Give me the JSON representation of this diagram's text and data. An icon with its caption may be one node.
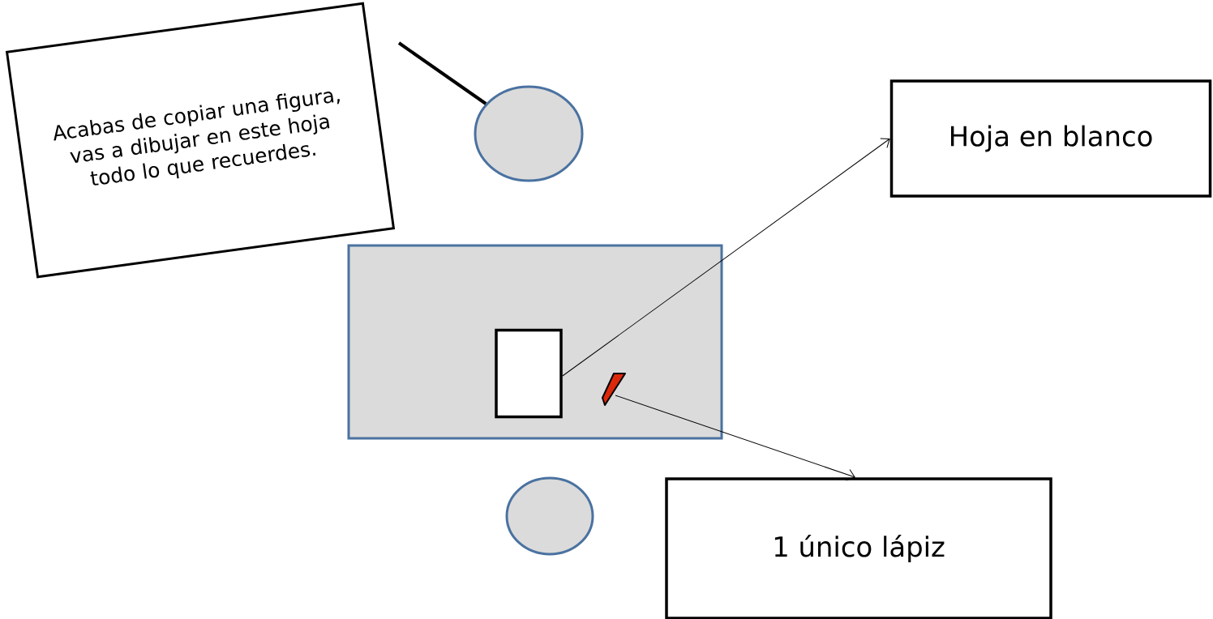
{
  "diagram": {
    "nodes": [
      {
        "text": [
          "Acabas de copiar una figura, vas a dibujar en este hoja todo lo que recuerdes."
        ]
      },
      {
        "text": [],
        "shape": "circle"
      },
      {
        "text": [],
        "shape": "box"
      },
      {
        "text": [],
        "shape": "box",
        "in": 2
      },
      {
        "text": [],
        "shape": "bar",
        "in": 2
      },
      {
        "text": [],
        "shape": "circle"
      },
      {
        "text": [
          "Hoja en blanco"
        ]
      },
      {
        "text": [
          "1 único lápiz"
        ]
      }
    ],
    "edges": [
      {
        "from": null,
        "to": 1,
        "arrow": "none",
        "style": "thick"
      },
      {
        "from": 3,
        "to": 6,
        "arrow": "to"
      },
      {
        "from": 4,
        "to": 7,
        "arrow": "to"
      }
    ]
  }
}
